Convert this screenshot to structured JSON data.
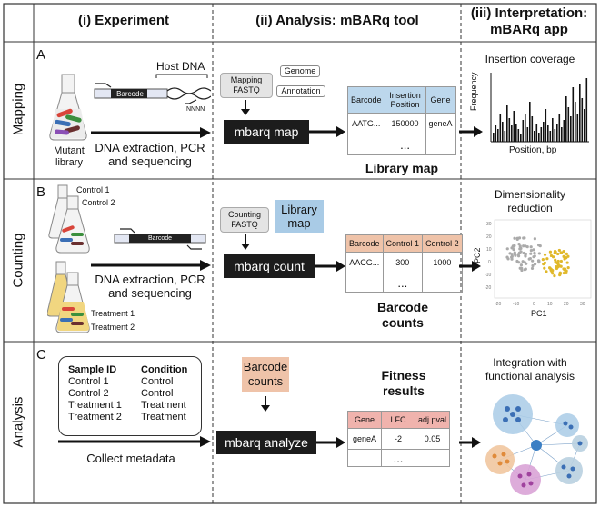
{
  "headers": {
    "experiment": "(i) Experiment",
    "analysis": "(ii) Analysis: mBARq tool",
    "interpretation_line1": "(iii) Interpretation:",
    "interpretation_line2": "mBARq app"
  },
  "rows": {
    "mapping": {
      "label": "Mapping",
      "letter": "A",
      "host_dna": "Host DNA",
      "barcode": "Barcode",
      "nnnn": "NNNN",
      "mutant_line1": "Mutant",
      "mutant_line2": "library",
      "process_line1": "DNA extraction, PCR",
      "process_line2": "and sequencing",
      "fastq_line1": "Mapping",
      "fastq_line2": "FASTQ",
      "genome": "Genome",
      "annotation": "Annotation",
      "command": "mbarq map",
      "table": {
        "headers": [
          "Barcode",
          "Insertion Position",
          "Gene"
        ],
        "row": [
          "AATG...",
          "150000",
          "geneA"
        ],
        "ellipsis": "..."
      },
      "output_label": "Library map",
      "interp_title": "Insertion coverage",
      "interp_ylabel": "Frequency",
      "interp_xlabel": "Position, bp"
    },
    "counting": {
      "label": "Counting",
      "letter": "B",
      "control1": "Control 1",
      "control2": "Control 2",
      "treatment1": "Treatment 1",
      "treatment2": "Treatment 2",
      "barcode": "Barcode",
      "process_line1": "DNA extraction, PCR",
      "process_line2": "and sequencing",
      "fastq_line1": "Counting",
      "fastq_line2": "FASTQ",
      "library_map_line1": "Library",
      "library_map_line2": "map",
      "command": "mbarq count",
      "table": {
        "headers": [
          "Barcode",
          "Control 1",
          "Control 2"
        ],
        "row": [
          "AACG...",
          "300",
          "1000"
        ],
        "ellipsis": "..."
      },
      "output_line1": "Barcode",
      "output_line2": "counts",
      "interp_title_line1": "Dimensionality",
      "interp_title_line2": "reduction",
      "pca_xlabel": "PC1",
      "pca_ylabel": "PC2"
    },
    "analysis": {
      "label": "Analysis",
      "letter": "C",
      "meta_col1_header": "Sample ID",
      "meta_col2_header": "Condition",
      "meta_rows": [
        [
          "Control 1",
          "Control"
        ],
        [
          "Control 2",
          "Control"
        ],
        [
          "Treatment 1",
          "Treatment"
        ],
        [
          "Treatment 2",
          "Treatment"
        ]
      ],
      "collect": "Collect metadata",
      "barcode_counts_line1": "Barcode",
      "barcode_counts_line2": "counts",
      "command": "mbarq analyze",
      "fitness_line1": "Fitness",
      "fitness_line2": "results",
      "table": {
        "headers": [
          "Gene",
          "LFC",
          "adj pval"
        ],
        "row": [
          "geneA",
          "-2",
          "0.05"
        ],
        "ellipsis": "..."
      },
      "interp_title_line1": "Integration with",
      "interp_title_line2": "functional analysis"
    }
  },
  "colors": {
    "table_header_map": "#bcd7ec",
    "table_header_count": "#efc3a9",
    "table_header_fit": "#f0b3ad",
    "library_map_box": "#a9cbe6",
    "barcode_counts_box": "#efc3a9",
    "pca_grey": "#aaaaaa",
    "pca_yellow": "#e0b82a"
  }
}
